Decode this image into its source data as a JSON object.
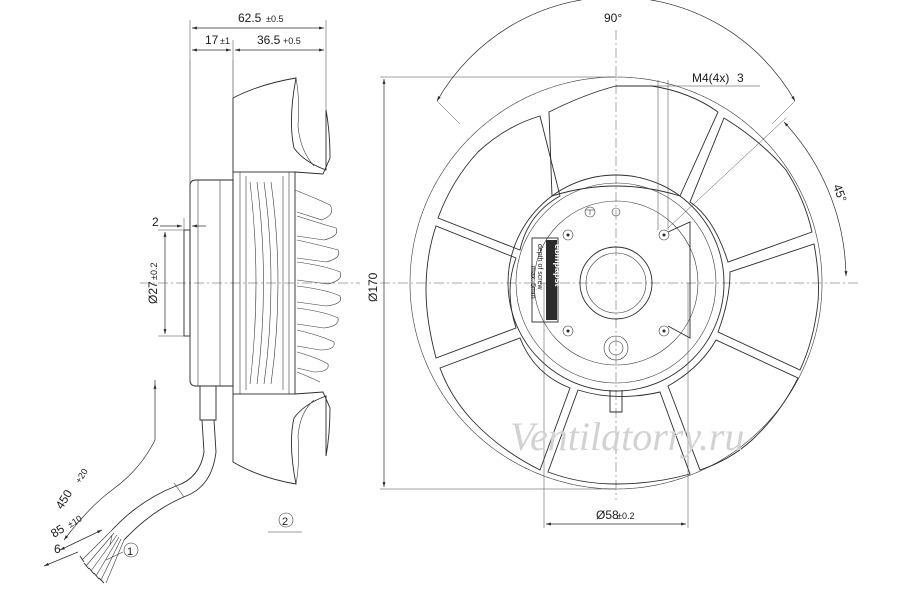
{
  "dimensions": {
    "overall_depth": "62.5",
    "overall_depth_tol": "±0.5",
    "hub_depth": "17",
    "hub_depth_tol": "±1",
    "impeller_depth": "36.5",
    "impeller_depth_tol": "+0.5",
    "offset": "2",
    "hub_dia": "Ø27",
    "hub_dia_tol": "±0.2",
    "outer_dia": "Ø170",
    "bore_dia": "Ø58",
    "bore_dia_tol": "±0.2",
    "cable_length": "450",
    "cable_length_tol": "+20",
    "strip_length": "85",
    "strip_length_tol": "±10",
    "wire_strip": "6",
    "angle_top": "90°",
    "angle_side": "45°",
    "thread": "M4(4x)",
    "thread_depth": "3"
  },
  "callouts": {
    "c1": "1",
    "c2": "2"
  },
  "label": {
    "brand": "ebmpapst",
    "note_1": "depth of screw",
    "note_2": "max. 5mm"
  },
  "watermark": "Ventilatorry.ru"
}
